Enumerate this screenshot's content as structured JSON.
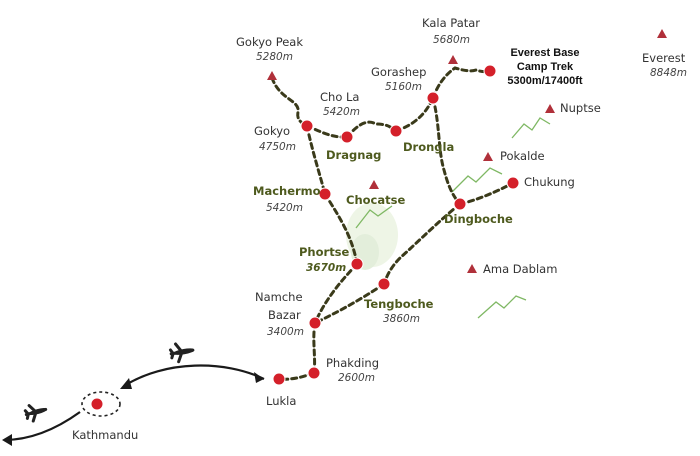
{
  "colors": {
    "trail": "#3a3a1a",
    "stop": "#d4202a",
    "peak": "#b0303a",
    "ridge": "#7fb864",
    "route_arrow": "#1a1a1a",
    "plane": "#222222"
  },
  "places": {
    "gokyo_peak": {
      "name": "Gokyo Peak",
      "elev": "5280m"
    },
    "kala_patar": {
      "name": "Kala Patar",
      "elev": "5680m"
    },
    "everest": {
      "name": "Everest",
      "elev": "8848m"
    },
    "gorashep": {
      "name": "Gorashep",
      "elev": "5160m"
    },
    "cho_la": {
      "name": "Cho La",
      "elev": "5420m"
    },
    "nuptse": {
      "name": "Nuptse"
    },
    "gokyo": {
      "name": "Gokyo",
      "elev": "4750m"
    },
    "dragnag": {
      "name": "Dragnag"
    },
    "drongla": {
      "name": "Drongla"
    },
    "pokalde": {
      "name": "Pokalde"
    },
    "chukung": {
      "name": "Chukung"
    },
    "machermo": {
      "name": "Machermo",
      "elev": "5420m"
    },
    "chocatse": {
      "name": "Chocatse"
    },
    "dingboche": {
      "name": "Dingboche"
    },
    "phortse": {
      "name": "Phortse",
      "elev": "3670m"
    },
    "ama_dablam": {
      "name": "Ama Dablam"
    },
    "namche": {
      "name_line1": "Namche",
      "name_line2": "Bazar",
      "elev": "3400m"
    },
    "tengboche": {
      "name": "Tengboche",
      "elev": "3860m"
    },
    "phakding": {
      "name": "Phakding",
      "elev": "2600m"
    },
    "lukla": {
      "name": "Lukla"
    },
    "kathmandu": {
      "name": "Kathmandu"
    }
  },
  "ebc": {
    "line1": "Everest Base",
    "line2": "Camp Trek",
    "line3": "5300m/17400ft"
  },
  "icons": [
    "peak-triangle-icon",
    "airplane-icon",
    "route-arrow-icon"
  ]
}
